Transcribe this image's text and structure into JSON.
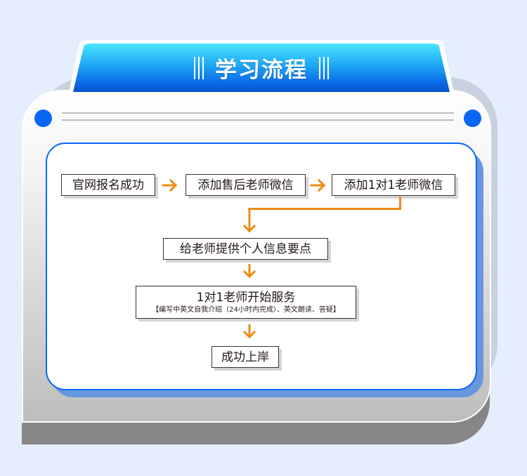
{
  "header": {
    "title": "学习流程",
    "decoration": "|||"
  },
  "colors": {
    "background": "#e5eefc",
    "title_gradient_top": "#47e6fd",
    "title_gradient_bottom": "#0653c7",
    "accent_blue": "#0a67f5",
    "panel_shadow": "#6797dc",
    "arrow_orange": "#ef8a14",
    "box_border": "#3a3030",
    "text_dark": "#231815"
  },
  "flow": {
    "steps": [
      {
        "label": "官网报名成功"
      },
      {
        "label": "添加售后老师微信"
      },
      {
        "label": "添加1对1老师微信"
      },
      {
        "label": "给老师提供个人信息要点"
      },
      {
        "label": "1对1老师开始服务",
        "sub": "【编写中英文自我介绍（24小时内完成）、英文朗读、答疑】"
      },
      {
        "label": "成功上岸"
      }
    ],
    "arrows": [
      {
        "from": 0,
        "to": 1,
        "direction": "right"
      },
      {
        "from": 1,
        "to": 2,
        "direction": "right"
      },
      {
        "from": 2,
        "to": 3,
        "direction": "elbow-down"
      },
      {
        "from": 3,
        "to": 4,
        "direction": "down"
      },
      {
        "from": 4,
        "to": 5,
        "direction": "down"
      }
    ]
  }
}
